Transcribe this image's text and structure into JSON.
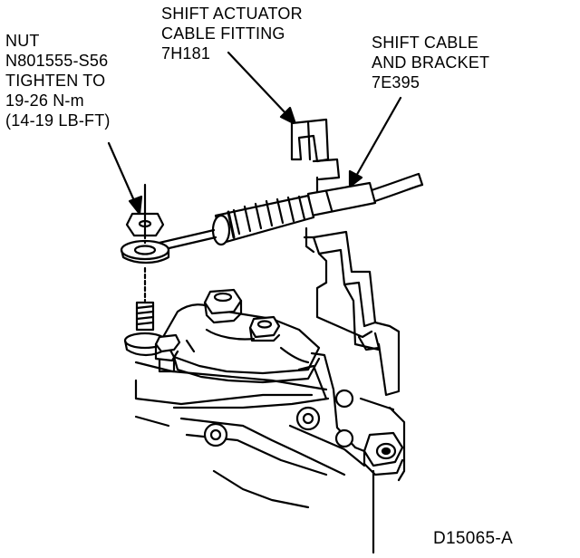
{
  "callouts": {
    "nut": {
      "lines": [
        "NUT",
        "N801555-S56",
        "TIGHTEN TO",
        "19-26 N-m",
        "(14-19 LB-FT)"
      ]
    },
    "actuator_fitting": {
      "lines": [
        "SHIFT ACTUATOR",
        "CABLE FITTING",
        "7H181"
      ]
    },
    "shift_cable": {
      "lines": [
        "SHIFT CABLE",
        "AND BRACKET",
        "7E395"
      ]
    }
  },
  "figure_id": "D15065-A"
}
